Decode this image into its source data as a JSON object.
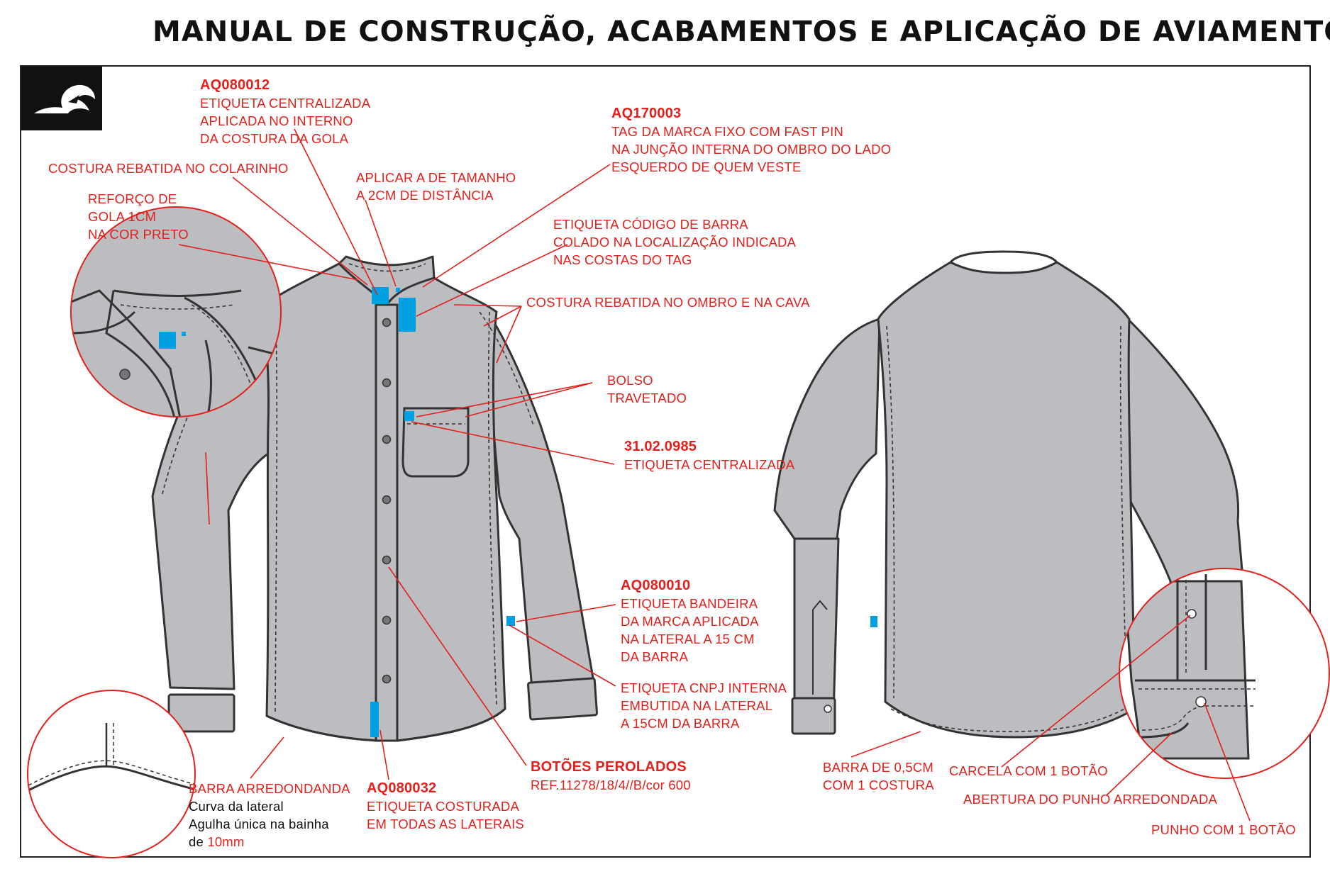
{
  "title": "MANUAL DE CONSTRUÇÃO, ACABAMENTOS E APLICAÇÃO DE AVIAMENTOS",
  "logo_icon": "quiksilver-wave-logo",
  "colors": {
    "annotation": "#e3201b",
    "garment_fill": "#bcbdc0",
    "outline": "#333333",
    "label_marker": "#00a0e3"
  },
  "annotations": {
    "aq080012": {
      "code": "AQ080012",
      "lines": [
        "ETIQUETA CENTRALIZADA",
        "APLICADA NO INTERNO",
        "DA COSTURA DA GOLA"
      ]
    },
    "aq170003": {
      "code": "AQ170003",
      "lines": [
        "TAG DA MARCA FIXO COM FAST PIN",
        "NA JUNÇÃO INTERNA DO OMBRO DO LADO",
        "ESQUERDO DE QUEM VESTE"
      ]
    },
    "costura_colarinho": "COSTURA REBATIDA NO COLARINHO",
    "aplicar_tamanho": [
      "APLICAR A DE TAMANHO",
      "A 2CM DE DISTÂNCIA"
    ],
    "reforco_gola": [
      "REFORÇO DE",
      "GOLA 1CM",
      "NA COR PRETO"
    ],
    "codigo_barra": [
      "ETIQUETA CÓDIGO DE BARRA",
      "COLADO NA LOCALIZAÇÃO INDICADA",
      "NAS COSTAS DO TAG"
    ],
    "costura_ombro": "COSTURA REBATIDA NO OMBRO E NA CAVA",
    "bolso": [
      "BOLSO",
      "TRAVETADO"
    ],
    "c31020985": {
      "code": "31.02.0985",
      "lines": [
        "ETIQUETA CENTRALIZADA"
      ]
    },
    "aq080010": {
      "code": "AQ080010",
      "lines": [
        "ETIQUETA BANDEIRA",
        "DA MARCA APLICADA",
        "NA LATERAL A 15 CM",
        "DA BARRA"
      ]
    },
    "cnpj": [
      "ETIQUETA CNPJ INTERNA",
      "EMBUTIDA NA LATERAL",
      "A 15CM DA BARRA"
    ],
    "botoes": {
      "code": "BOTÕES PEROLADOS",
      "lines": [
        "REF.11278/18/4//B/cor 600"
      ]
    },
    "aq080032": {
      "code": "AQ080032",
      "lines": [
        "ETIQUETA COSTURADA",
        "EM TODAS AS LATERAIS"
      ]
    },
    "barra_arredondada": {
      "title": "BARRA ARREDONDANDA",
      "line1": "Curva da lateral",
      "line2": "Agulha única na bainha",
      "line3_prefix": "de ",
      "line3_value": "10mm"
    },
    "barra_costura": [
      "BARRA DE 0,5CM",
      "COM 1 COSTURA"
    ],
    "carcela": "CARCELA COM 1 BOTÃO",
    "abertura_punho": "ABERTURA DO PUNHO ARREDONDADA",
    "punho": "PUNHO COM 1 BOTÃO"
  }
}
